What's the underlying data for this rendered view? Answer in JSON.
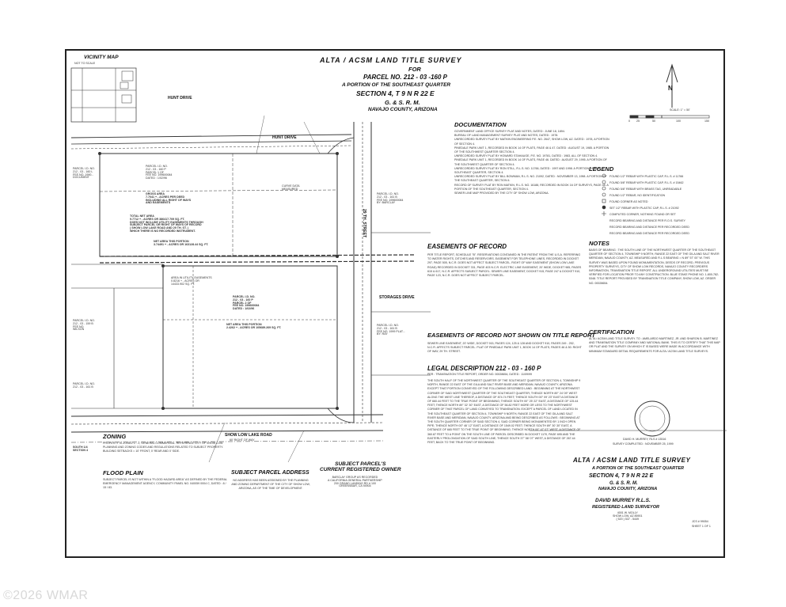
{
  "title": {
    "line1": "ALTA / ACSM LAND TITLE SURVEY",
    "line2": "FOR",
    "line3": "PARCEL NO. 212 - 03 -160 P",
    "line4": "A PORTION OF THE SOUTHEAST QUARTER",
    "line5": "SECTION 4, T 9 N R 22 E",
    "line6": "G. & S. R. M.",
    "line7": "NAVAJO COUNTY, ARIZONA"
  },
  "vicinity_map": {
    "label": "VICINITY MAP",
    "note": "NOT TO SCALE"
  },
  "north_arrow": {
    "letter": "N",
    "scale_label": "SCALE: 1\" = 50'",
    "scale_ticks": [
      "0",
      "25",
      "50",
      "100",
      "150"
    ]
  },
  "map_labels": {
    "hunt_drive": "HUNT DRIVE",
    "hunt_drive_road": "HUNT DRIVE",
    "street_29th": "29 TH. STREET",
    "show_low_lake_road": "SHOW LOW LAKE ROAD",
    "show_low_lake_road_row": "60' RIGHT OF WAY",
    "parcel_160p_a": "PARCEL I.D. NO.\n212 - 03 - 160 P\nPARCEL 1 OF\nFEE NO. 199600084\nDATED : 1/02/96",
    "parcel_160p_b": "PARCEL I.D. NO.\n212 - 03 - 160 P\nPARCEL 2 OF\nFEE NO. 199600084\nDATED : 1/02/96",
    "gross_area": "GROSS AREA\n7.7041 + - ACRES PER DEED\nINCLUDING ALL RIGHT OF WAYS\nAND EASEMENTS",
    "total_net_area": "TOTAL NET AREA\n9.7712 + - ACRES OR 386417.709 SQ. FT.\nDOES NOT INCLUDE UTILITY EASEMENTS THROUGH\nSUBJECT PARCEL OR RIGHT OF WAYS OF RECORD\n( SHOW LOW LAKE ROAD AND 29 TH. ST. )\nWHICH THERE IS NO RECORDED INSTRUMENT.",
    "net_area_this_portion_top": "NET AREA THIS PORTION\n3.74491 + - ACRES OR 163128.44 SQ. FT.",
    "net_area_this_portion_bottom": "NET AREA THIS PORTION\n2.4262 + - ACRES OR 105689.269 SQ. FT.",
    "area_in_utility_easements": "AREA IN UTILITY EASEMENTS\n0.8216 + - ACRES OR\n14433.902 SQ. FT.",
    "parcel_left_top": "PARCEL I.D. NO.\n212 - 03 - 160 L\nFEE NO. 1990...\nDOCUMENT",
    "parcel_left_mid": "PARCEL I.D. NO.\n212 - 03 - 159 B\nFEE NO.\nWILSON",
    "parcel_left_bottom": "PARCEL I.D. NO.\n212 - 03 - 161 B",
    "parcel_right_top": "PARCEL I.D. NO.\n212 - 03 - 161 B\nFEE NO. 199600084\nBY: BARCLAY",
    "parcel_right_mid": "PARCEL I.D. NO.\n212 - 03 - 161 B\nFEE NO. 1999 PLAT...\nBY: RAY",
    "storages_drive": "STORAGES DRIVE",
    "south_quarter": "SOUTH 1/4\nSECTION 4",
    "curve_data": "CURVE DATA\nMEASURED"
  },
  "documentation": {
    "heading": "DOCUMENTATION",
    "items": [
      "GOVERNMENT LAND OFFICE SURVEY PLAT AND NOTES, DATED : JUNE 18, 1894.",
      "BUREAU OF LAND MANAGEMENT SURVEY PLAT AND NOTES, DATED : 1978.",
      "UNRECORDED SURVEY PLAT BY MATKIN ENGINEERING P.E. NO. 2647, SHOW LOW, AZ. DATED : 1978, A PORTION OF SECTION 4.",
      "PINEDALE PARK UNIT 1, RECORDED IN BOOK 14 OF PLATS, PAGE 46 & 47. DATED : AUGUST 19, 1985. A PORTION OF THE SOUTHWEST QUARTER SECTION 4.",
      "UNRECORDED SURVEY PLAT BY HOWARD STAHAUGE, P.E. NO. 19781, DATED : 1983, ALL OF SECTION 4.",
      "PINEDALE PARK UNIT 1, RECORDED IN BOOK 14 OF PLATS, PAGE 46. DATED : AUGUST 29, 1995. A PORTION OF THE SOUTHWEST QUARTER OF SECTION 4.",
      "UNRECORDED SURVEY PLAT BY RON STILL, R.L.S. NO. 11766, DATED : 1997 AND 1998. A PORTION OF THE SOUTHEAST QUARTER, SECTION 4.",
      "UNRECORDED SURVEY PLAT BY BILL BOWMAN, R.L.S. NO. 21092, DATED : NOVEMBER 13, 1998. A PORTION OF THE SOUTHEAST QUARTER, SECTION 4.",
      "RECORD OF SURVEY PLAT BY RON MATKIN, R.L.S. NO. 16188, RECORDED IN BOOK 16 OF SURVEYS, PAGE 48. A PORTION OF THE SOUTHEAST QUARTER, SECTION 4.",
      "SEWER LINE MAP PROVIDED BY THE CITY OF SHOW LOW, ARIZONA."
    ]
  },
  "legend": {
    "heading": "LEGEND",
    "items": [
      "FOUND 1/2\" REBAR WITH PLASTIC CAP, R.L.S. # 11766",
      "FOUND 5/8\" REBAR WITH PLASTIC CAP, R.L.S. # 15462",
      "FOUND 5/8\" REBAR WITH BRASS TAG, UNREADABLE",
      "FOUND 1/2\" REBAR, NO IDENTIFICATION",
      "FOUND CORNER AS NOTED",
      "SET 1/2\" REBAR WITH PLASTIC CAP, R.L.S. # 21092",
      "COMPUTED CORNER, NOTHING FOUND OR SET",
      "RECORD BEARING AND DISTANCE PER R.O.S. SURVEY",
      "RECORD BEARING AND DISTANCE PER RECORDED DEED",
      "RECORD BEARING AND DISTANCE PER RECORDED DEED"
    ]
  },
  "notes": {
    "heading": "NOTES",
    "body": "BASIS OF BEARING : THE SOUTH LINE OF THE NORTHWEST QUARTER OF THE SOUTHEAST QUARTER OF SECTION 4, TOWNSHIP 9 NORTH, RANGE 22 EAST OF THE GILA AND SALT RIVER MERIDIAN, NAVAJO COUNTY, AZ. MEASURED AND R.L.S BEARING = N 89° 57' 00\" W. THIS SURVEY WAS BASED UPON FOUND MONUMENTATION, DEEDS OF RECORD, PREVIOUS PROPERTY SURVEYS, CITY OF SHOW LOW RECORDS, NAVAJO COUNTY RECORDERS INFORMATION, TRANSNATION TITLE REPORT. ALL UNDERGROUND UTILITIES MUST BE VERIFIED FOR LOCATION PRIOR TO ANY CONSTRUCTION. BLUE STAKE PHONE NO. 1-800-782-5348. TITLE REPORT PROVIDED BY TRANSNATION TITLE COMPANY, SHOW LOW, AZ. ORDER NO. 00028654."
  },
  "certification": {
    "heading": "CERTIFICATION",
    "body": "ALTA / ACSM LAND TITLE SURVEY. TO : AMELARDO MARTINEZ, JR. AND SHARON B. MARTINEZ AND TRANSNATION TITLE COMPANY AND NATIONAL BANK. THIS IS TO CERTIFY THAT THIS MAP OR PLAT AND THE SURVEY ON WHICH IT IS BASED WERE MADE IN ACCORDANCE WITH MINIMUM STANDARD DETAIL REQUIREMENTS FOR ALTA / ACSM LAND TITLE SURVEYS.",
    "seal_name": "DAVID H. MURREY, RLS # 13516",
    "seal_date": "SURVEY COMPLETED : NOVEMBER 25, 1999"
  },
  "easements_of_record": {
    "heading": "EASEMENTS OF RECORD",
    "body": "PER TITLE REPORT, SCHEDULE \"B\". RESERVATIONS CONTAINED IN THE PATENT FROM THE U.S.A. REFERRING TO WATER RIGHTS, DITCHES AND RESERVOIRS. EASEMENT FOR TELEPHONE LINES, RECORDED IN DOCKET 297, PAGE 505, N.C.R. DOES NOT AFFECT SUBJECT PARCEL. RIGHT OF WAY EASEMENT (SHOW LOW LAKE ROAD) RECORDED IN DOCKET 331, PAGE 403 N.C.R. ELECTRIC LINE EASEMENT, 20' WIDE, DOCKET 985, PAGES 615 & 617, N.C.R. AFFECTS SUBJECT PARCEL. SEWER LINE EASEMENT, DOCKET 915, PAGE 247 & DOCKET 910, PAGE 123, N.C.R. DOES NOT AFFECT SUBJECT PARCEL."
  },
  "easements_not_shown": {
    "heading": "EASEMENTS OF RECORD NOT SHOWN ON TITLE REPORT",
    "body": "SEWER LINE EASEMENT, 20' WIDE, DOCKET 915, PAGES 124, 125 & 128 AND DOCKET 910, PAGES 249 - 252, N.C.R. AFFECTS SUBJECT PARCEL. PLAT OF PINEDALE PARK UNIT 1, BOOK 14 OF PLATS, PAGES 46 & 50. RIGHT OF WAY, 29 TH. STREET."
  },
  "legal_description": {
    "heading": "LEGAL DESCRIPTION 212 - 03 - 160 P",
    "subheading": "PER : TRANSNATION TITLE REPORT, ORDER NO. 00028654, DATED : 11/09/99",
    "body": "THE SOUTH HALF OF THE NORTHWEST QUARTER OF THE SOUTHEAST QUARTER OF SECTION 4, TOWNSHIP 9 NORTH, RANGE 22 EAST OF THE GILA AND SALT RIVER BASE AND MERIDIAN, NAVAJO COUNTY, ARIZONA. EXCEPT THAT PORTION CONVEYED OF THE FOLLOWING DESCRIBED LAND : BEGINNING AT THE NORTHWEST CORNER OF SAID NORTHWEST QUARTER OF THE SOUTHEAST QUARTER; THENCE NORTH 89° 24' 09\" WEST ALONG THE WEST LINE THEREOF, A DISTANCE OF 874.74 FEET; THENCE SOUTH 00° 09' 23\" EAST A DISTANCE OF 660.44 FEET TO THE TRUE POINT OF BEGINNING; THENCE SOUTH 00° 25' 22\" EAST, A DISTANCE OF 125.44 FEET; THENCE NORTH 89° 32' 30\" EAST, A DISTANCE OF 56.82 FEET MORE OR LESS TO THE NORTHWEST CORNER OF THAT PARCEL OF LAND CONVEYED TO TRANSNATION. EXCEPT A PARCEL OF LAND LOCATED IN THE SOUTHEAST QUARTER OF SECTION 4, TOWNSHIP 9 NORTH, RANGE 22 EAST OF THE GILA AND SALT RIVER BASE AND MERIDIAN, NAVAJO COUNTY, ARIZONA AND BEING DESCRIBED AS FOLLOWS : BEGINNING AT THE SOUTH QUARTER CORNER OF SAID SECTION 4, SAID CORNER BEING MONUMENTED BY 1 INCH OPEN PIPE; THENCE NORTH 00° 46' 12\" EAST, A DISTANCE OF 1549.02 FEET; THENCE SOUTH 89° 30' 30\" EAST, A DISTANCE OF 665 FEET TO THE TRUE POINT OF BEGINNING; THENCE NORTH 00° 47' 07\" WEST, A DISTANCE OF 360.87 FEET TO A POINT ON THE SOUTH LINE OF PARCEL DESCRIBED IN DOCKET 1170, PAGE 695 AND THE EASTERLY PROLONGATION OF SAID SOUTH LINE; THENCE SOUTH 37° 58' 07\" WEST, A DISTANCE OF 267.44 FEET, BACK TO THE TRUE POINT OF BEGINNING."
  },
  "zoning": {
    "heading": "ZONING",
    "body": "PROPERTY IS ZONED C - 2, GENERAL COMMERCIAL. REFERENCE CITY OF SHOW LOW PLANNING AND ZONING CODES AND REGULATIONS RELATED TO SUBJECT PROPERTY. BUILDING SETBACKS = 10' FRONT, 0' REAR AND 0' SIDE."
  },
  "flood_plain": {
    "heading": "FLOOD PLAIN",
    "body": "SUBJECT PARCEL IS NOT WITHIN A \"FLOOD HAZARD AREA\" AS DEFINED BY THE FEDERAL EMERGENCY MANAGEMENT AGENCY, COMMUNITY PANEL NO. 040059 0004 C, DATED : 8 / 15 / 83."
  },
  "subject_address": {
    "heading": "SUBJECT PARCEL ADDRESS",
    "body": "NO ADDRESS HAS BEEN ASSIGNED BY THE PLANNING AND ZONING DEPARTMENT OF THE CITY OF SHOW LOW, ARIZONA, AS OF THE TIME OF DEVELOPMENT."
  },
  "current_owner": {
    "heading": "SUBJECT PARCEL'S\nCURRENT REGISTERED OWNER",
    "body": "BARCLAY GROUP AS RECORDED\nA CALIFORNIA GENERAL PARTNERSHIP\n200 GRAND LANDING RD # 100\nGREENSBAR, CA 94904"
  },
  "title_block": {
    "line1": "ALTA / ACSM LAND TITLE SURVEY",
    "line2": "A PORTION OF THE SOUTHEAST QUARTER",
    "line3": "SECTION 4, T 9 N R 22 E",
    "line4": "G. & S. R. M.",
    "line5": "NAVAJO COUNTY, ARIZONA",
    "surveyor": "DAVID MURREY R.L.S.",
    "surveyor_title": "REGISTERED LAND SURVEYOR",
    "address": "4001 W. MOLLY\nSHOW LOW, AZ 85901\n( 520 ) 537 - 5449",
    "job_no": "JCS # 99054",
    "sheet": "SHEET 1 OF 1"
  },
  "watermark": "©2026 WMAR"
}
